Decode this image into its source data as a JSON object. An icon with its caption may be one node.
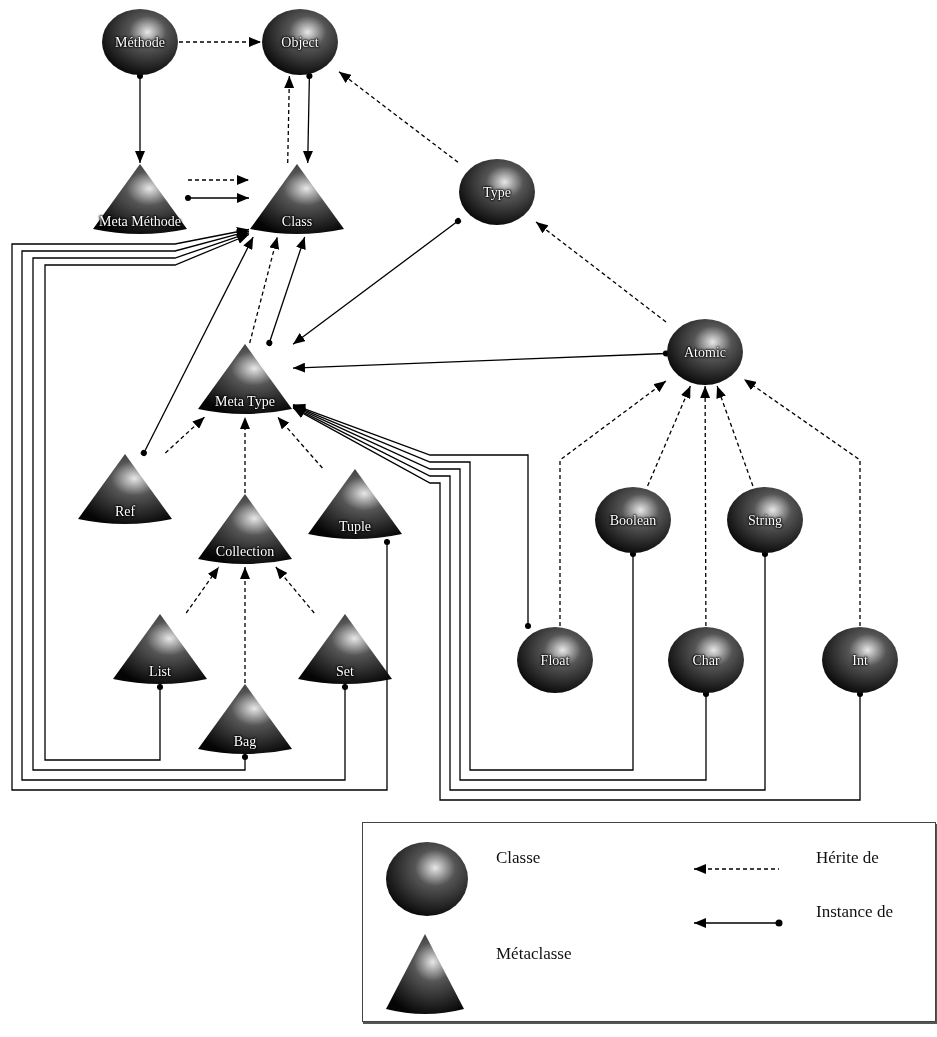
{
  "diagram": {
    "nodes": [
      {
        "text": [
          "Méthode"
        ]
      },
      {
        "text": [
          "Object"
        ]
      },
      {
        "text": [
          "Meta Méthode"
        ]
      },
      {
        "text": [
          "Class"
        ]
      },
      {
        "text": [
          "Type"
        ]
      },
      {
        "text": [
          "Meta Type"
        ]
      },
      {
        "text": [
          "Atomic"
        ]
      },
      {
        "text": [
          "Ref"
        ]
      },
      {
        "text": [
          "Collection"
        ]
      },
      {
        "text": [
          "Tuple"
        ]
      },
      {
        "text": [
          "Boolean"
        ]
      },
      {
        "text": [
          "String"
        ]
      },
      {
        "text": [
          "List"
        ]
      },
      {
        "text": [
          "Bag"
        ]
      },
      {
        "text": [
          "Set"
        ]
      },
      {
        "text": [
          "Float"
        ]
      },
      {
        "text": [
          "Char"
        ]
      },
      {
        "text": [
          "Int"
        ]
      }
    ],
    "edges": [
      {
        "from": 0,
        "to": 1,
        "arrow": "to",
        "style": "dashed"
      },
      {
        "from": 0,
        "to": 2,
        "arrow": "to"
      },
      {
        "from": 2,
        "to": 3,
        "arrow": "to",
        "style": "dashed"
      },
      {
        "from": 2,
        "to": 3,
        "arrow": "to"
      },
      {
        "from": 3,
        "to": 1,
        "arrow": "to",
        "style": "dashed"
      },
      {
        "from": 1,
        "to": 3,
        "arrow": "to"
      },
      {
        "from": 4,
        "to": 1,
        "arrow": "to",
        "style": "dashed"
      },
      {
        "from": 5,
        "to": 3,
        "arrow": "to",
        "style": "dashed"
      },
      {
        "from": 5,
        "to": 3,
        "arrow": "to"
      },
      {
        "from": 7,
        "to": 3,
        "arrow": "to"
      },
      {
        "from": 4,
        "to": 5,
        "arrow": "to"
      },
      {
        "from": 6,
        "to": 4,
        "arrow": "to",
        "style": "dashed"
      },
      {
        "from": 6,
        "to": 5,
        "arrow": "to"
      },
      {
        "from": 7,
        "to": 5,
        "arrow": "to",
        "style": "dashed"
      },
      {
        "from": 8,
        "to": 5,
        "arrow": "to",
        "style": "dashed"
      },
      {
        "from": 9,
        "to": 5,
        "arrow": "to",
        "style": "dashed"
      },
      {
        "from": 12,
        "to": 8,
        "arrow": "to",
        "style": "dashed"
      },
      {
        "from": 13,
        "to": 8,
        "arrow": "to",
        "style": "dashed"
      },
      {
        "from": 14,
        "to": 8,
        "arrow": "to",
        "style": "dashed"
      },
      {
        "from": 15,
        "to": 6,
        "arrow": "to",
        "style": "dashed"
      },
      {
        "from": 10,
        "to": 6,
        "arrow": "to",
        "style": "dashed"
      },
      {
        "from": 16,
        "to": 6,
        "arrow": "to",
        "style": "dashed"
      },
      {
        "from": 11,
        "to": 6,
        "arrow": "to",
        "style": "dashed"
      },
      {
        "from": 17,
        "to": 6,
        "arrow": "to",
        "style": "dashed"
      },
      {
        "from": 12,
        "to": 3,
        "arrow": "to"
      },
      {
        "from": 13,
        "to": 3,
        "arrow": "to"
      },
      {
        "from": 14,
        "to": 3,
        "arrow": "to"
      },
      {
        "from": 9,
        "to": 3,
        "arrow": "to"
      },
      {
        "from": 15,
        "to": 5,
        "arrow": "to"
      },
      {
        "from": 10,
        "to": 5,
        "arrow": "to"
      },
      {
        "from": 16,
        "to": 5,
        "arrow": "to"
      },
      {
        "from": 11,
        "to": 5,
        "arrow": "to"
      },
      {
        "from": 17,
        "to": 5,
        "arrow": "to"
      }
    ],
    "legend": [
      {
        "text": "Classe"
      },
      {
        "text": "Hérite de"
      },
      {
        "text": "Instance de"
      },
      {
        "text": "Métaclasse"
      }
    ]
  }
}
